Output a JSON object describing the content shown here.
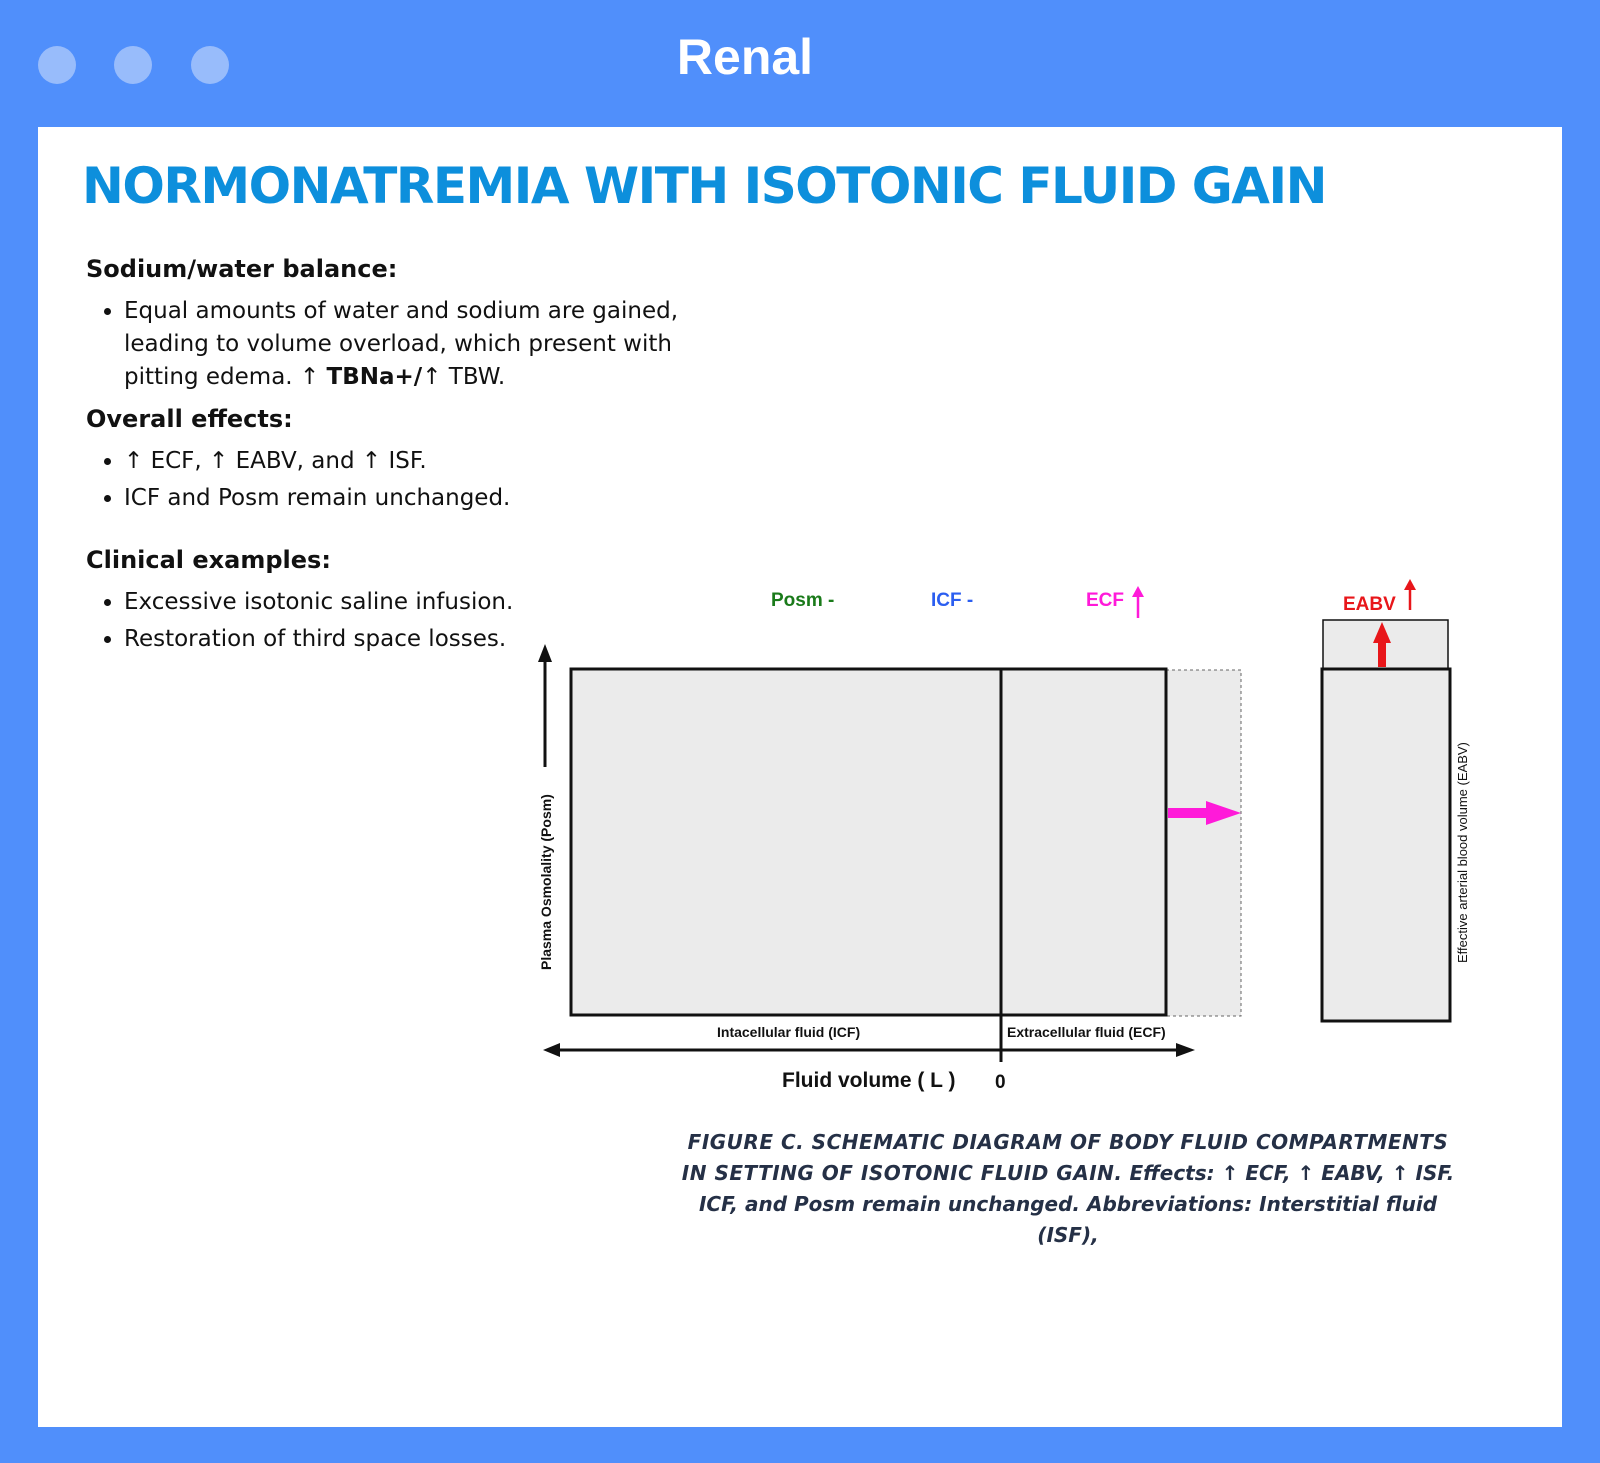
{
  "window": {
    "title": "Renal"
  },
  "page": {
    "title": "NORMONATREMIA WITH ISOTONIC FLUID GAIN"
  },
  "sections": [
    {
      "heading": "Sodium/water balance:",
      "items": [
        "Equal amounts of water and sodium are gained, leading to volume overload, which present with pitting edema."
      ],
      "inline_tail": {
        "arrow1": "↑",
        "bold": "TBNa+/",
        "arrow2": "↑",
        "text": "TBW."
      }
    },
    {
      "heading": "Overall effects:",
      "items": [
        "↑ ECF, ↑ EABV, and ↑ ISF.",
        "ICF and Posm remain unchanged."
      ]
    },
    {
      "heading": "Clinical examples:",
      "items": [
        "Excessive isotonic saline infusion.",
        "Restoration of third space losses."
      ]
    }
  ],
  "diagram": {
    "indicators": {
      "posm": "Posm -",
      "icf": "ICF -",
      "ecf": "ECF",
      "eabv": "EABV"
    },
    "y_axis_label": "Plasma Osmolality (Posm)",
    "x_axis_label": "Fluid volume ( L )",
    "zero_label": "0",
    "icf_label": "Intacellular fluid (ICF)",
    "ecf_label": "Extracellular fluid (ECF)",
    "eabv_axis_label": "Effective arterial blood volume (EABV)",
    "colors": {
      "posm": "#1a7a1a",
      "icf": "#2b5ef0",
      "ecf": "#ff1ad9",
      "eabv": "#e8161a",
      "box_fill": "#ebebeb"
    }
  },
  "caption": {
    "title": "FIGURE C. SCHEMATIC DIAGRAM OF BODY FLUID COMPARTMENTS IN SETTING OF ISOTONIC FLUID GAIN.",
    "body": "Effects: ↑ ECF, ↑ EABV, ↑ ISF. ICF, and Posm remain unchanged. Abbreviations: Interstitial fluid (ISF),"
  }
}
